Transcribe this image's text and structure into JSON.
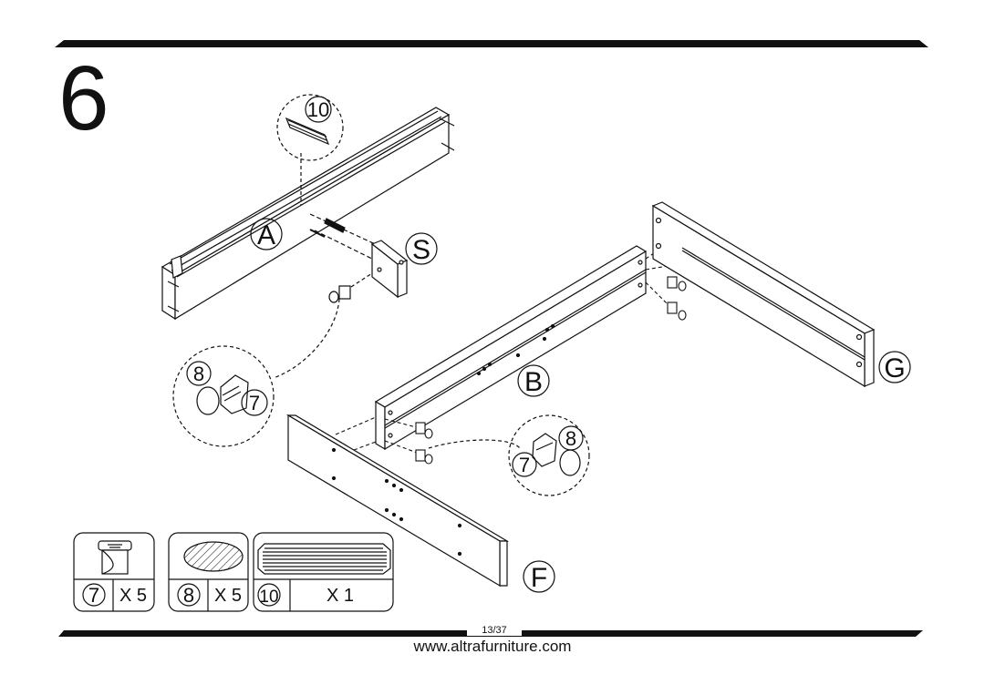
{
  "step": {
    "number": "6"
  },
  "parts": {
    "A": "A",
    "S": "S",
    "B": "B",
    "G": "G",
    "F": "F"
  },
  "hardware_callouts": {
    "dowel": "10",
    "cam_left_8": "8",
    "cam_left_7": "7",
    "cam_right_8": "8",
    "cam_right_7": "7"
  },
  "legend": [
    {
      "ref": "7",
      "qty": "X 5",
      "icon": "cam-lock-icon"
    },
    {
      "ref": "8",
      "qty": "X 5",
      "icon": "cap-cover-icon"
    },
    {
      "ref": "10",
      "qty": "X 1",
      "icon": "wood-dowel-icon"
    }
  ],
  "footer": {
    "page": "13/37",
    "url": "www.altrafurniture.com"
  },
  "colors": {
    "ink": "#111111",
    "paper": "#ffffff"
  }
}
